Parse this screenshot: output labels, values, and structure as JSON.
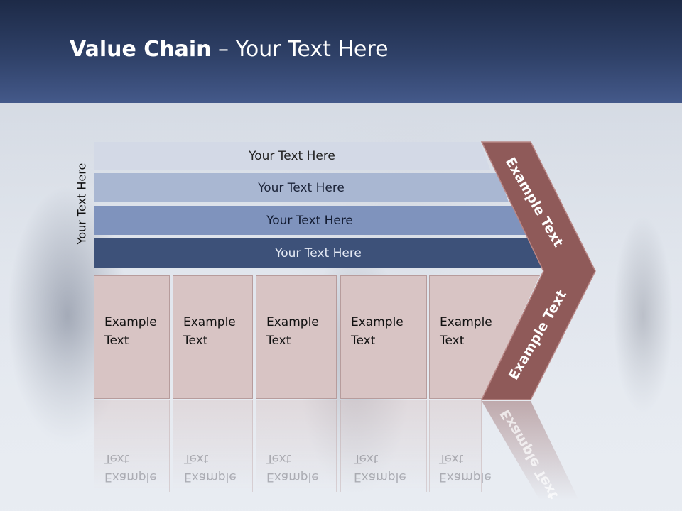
{
  "slide": {
    "title_bold": "Value Chain",
    "title_rest": " – Your Text Here"
  },
  "side_label": "Your Text Here",
  "bars": [
    {
      "label": "Your Text Here"
    },
    {
      "label": "Your Text Here"
    },
    {
      "label": "Your Text Here"
    },
    {
      "label": "Your Text Here"
    }
  ],
  "boxes": [
    {
      "line1": "Example",
      "line2": "Text"
    },
    {
      "line1": "Example",
      "line2": "Text"
    },
    {
      "line1": "Example",
      "line2": "Text"
    },
    {
      "line1": "Example",
      "line2": "Text"
    },
    {
      "line1": "Example",
      "line2": "Text"
    }
  ],
  "chevron": {
    "top_label": "Example Text",
    "bottom_label": "Example Text"
  },
  "colors": {
    "header": "#2f4168",
    "bar1": "#d3d9e6",
    "bar2": "#a9b7d2",
    "bar3": "#7f93bd",
    "bar4": "#3d5179",
    "box": "#d8c4c4",
    "chevron": "#8f5a59"
  }
}
